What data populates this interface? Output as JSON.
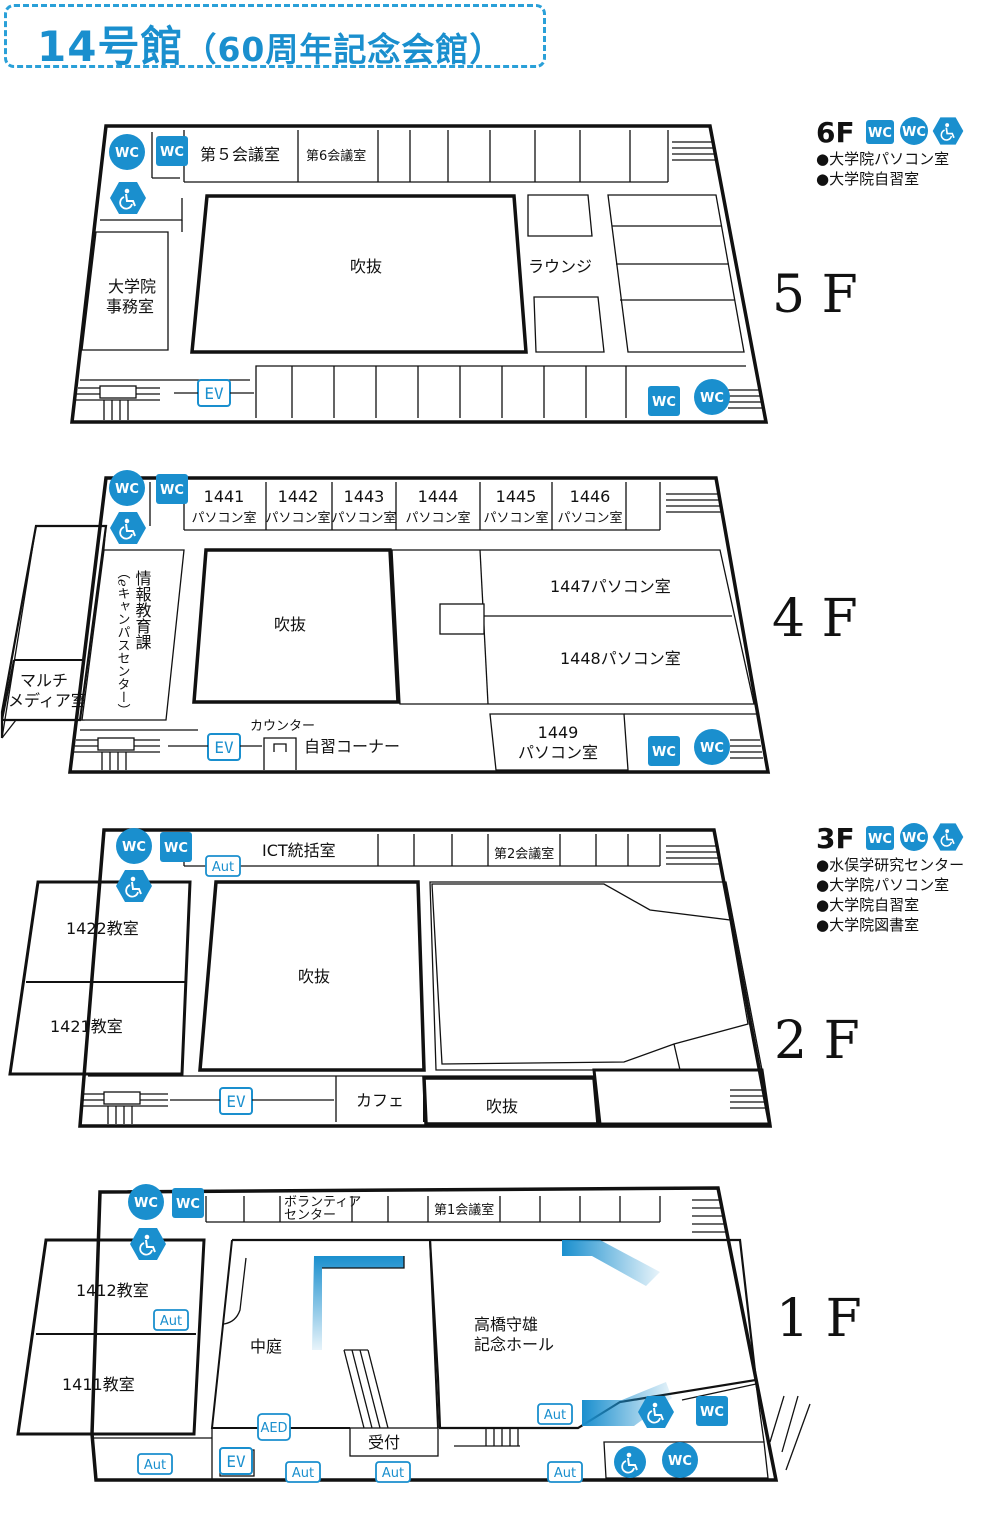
{
  "title": {
    "main": "14号館",
    "sub": "（60周年記念会館）"
  },
  "colors": {
    "accent": "#1a8fce"
  },
  "icons": {
    "wc": "WC",
    "ev": "EV",
    "aut": "Aut",
    "aed": "AED",
    "accessible": "wheelchair-icon"
  },
  "floors": {
    "f5": {
      "label": "5 F",
      "rooms": {
        "conf5": "第５会議室",
        "conf6": "第6会議室",
        "void": "吹抜",
        "lounge": "ラウンジ",
        "grad_office_1": "大学院",
        "grad_office_2": "事務室"
      }
    },
    "f4": {
      "label": "4 F",
      "pc_rooms": [
        {
          "num": "1441",
          "name": "パソコン室"
        },
        {
          "num": "1442",
          "name": "パソコン室"
        },
        {
          "num": "1443",
          "name": "パソコン室"
        },
        {
          "num": "1444",
          "name": "パソコン室"
        },
        {
          "num": "1445",
          "name": "パソコン室"
        },
        {
          "num": "1446",
          "name": "パソコン室"
        }
      ],
      "rooms": {
        "r1447": "1447パソコン室",
        "r1448": "1448パソコン室",
        "r1449_num": "1449",
        "r1449_name": "パソコン室",
        "void": "吹抜",
        "counter": "カウンター",
        "study": "自習コーナー",
        "multi_1": "マルチ",
        "multi_2": "メディア室",
        "info_edu": "情報教育課",
        "ecampus": "（ℯキャンパスセンター）"
      }
    },
    "f2": {
      "label": "2 F",
      "rooms": {
        "ict": "ICT統括室",
        "conf2": "第2会議室",
        "r1422": "1422教室",
        "r1421": "1421教室",
        "void": "吹抜",
        "cafe": "カフェ",
        "void2": "吹抜"
      }
    },
    "f1": {
      "label": "1 F",
      "rooms": {
        "volunteer_1": "ボランティア",
        "volunteer_2": "センター",
        "conf1": "第1会議室",
        "r1412": "1412教室",
        "r1411": "1411教室",
        "courtyard": "中庭",
        "hall_1": "高橋守雄",
        "hall_2": "記念ホール",
        "reception": "受付"
      }
    }
  },
  "info": {
    "f6": {
      "title": "6F",
      "items": [
        "●大学院パソコン室",
        "●大学院自習室"
      ]
    },
    "f3": {
      "title": "3F",
      "items": [
        "●水俣学研究センター",
        "●大学院パソコン室",
        "●大学院自習室",
        "●大学院図書室"
      ]
    }
  }
}
